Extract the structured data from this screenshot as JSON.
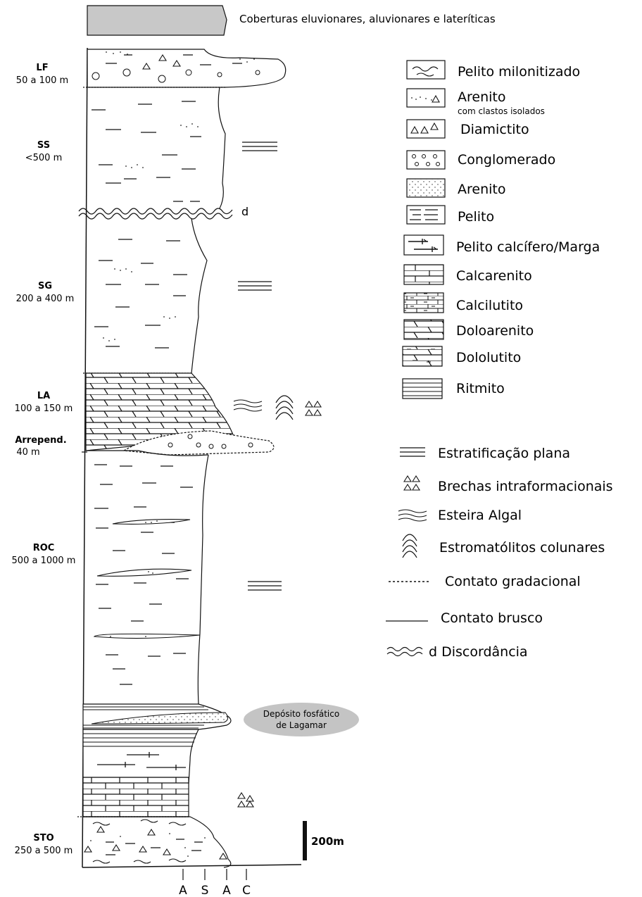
{
  "cover": {
    "text": "Coberturas eluvionares, aluvionares e lateríticas"
  },
  "units": [
    {
      "code": "LF",
      "thickness": "50 a 100 m"
    },
    {
      "code": "SS",
      "thickness": "<500 m"
    },
    {
      "code": "SG",
      "thickness": "200 a 400 m"
    },
    {
      "code": "LA",
      "thickness": "100 a 150 m"
    },
    {
      "code": "Arrepend.",
      "thickness": "40 m"
    },
    {
      "code": "ROC",
      "thickness": "500 a 1000 m"
    },
    {
      "code": "STO",
      "thickness": "250 a 500 m"
    }
  ],
  "unconformity_mark": "d",
  "phosphate_note": {
    "line1": "Depósito fosfático",
    "line2": "de Lagamar"
  },
  "scale": {
    "label": "200m"
  },
  "grain_axis": [
    "A",
    "S",
    "A",
    "C"
  ],
  "lithology_legend": [
    {
      "label": "Pelito milonitizado",
      "sub": "",
      "icon": "milonite-swatch"
    },
    {
      "label": "Arenito",
      "sub": "com clastos isolados",
      "icon": "sandstone-clasts-swatch"
    },
    {
      "label": "Diamictito",
      "sub": "",
      "icon": "diamictite-swatch"
    },
    {
      "label": "Conglomerado",
      "sub": "",
      "icon": "conglomerate-swatch"
    },
    {
      "label": "Arenito",
      "sub": "",
      "icon": "sandstone-swatch"
    },
    {
      "label": "Pelito",
      "sub": "",
      "icon": "pelite-swatch"
    },
    {
      "label": "Pelito calcífero/Marga",
      "sub": "",
      "icon": "marl-swatch"
    },
    {
      "label": "Calcarenito",
      "sub": "",
      "icon": "calcarenite-swatch"
    },
    {
      "label": "Calcilutito",
      "sub": "",
      "icon": "calcilutite-swatch"
    },
    {
      "label": "Doloarenito",
      "sub": "",
      "icon": "doloarenite-swatch"
    },
    {
      "label": "Dololutito",
      "sub": "",
      "icon": "dololutite-swatch"
    },
    {
      "label": "Ritmito",
      "sub": "",
      "icon": "rhythmite-swatch"
    }
  ],
  "structure_legend": [
    {
      "label": "Estratificação plana",
      "icon": "planar-bedding-icon"
    },
    {
      "label": "Brechas intraformacionais",
      "icon": "breccia-icon"
    },
    {
      "label": "Esteira Algal",
      "icon": "algal-mat-icon"
    },
    {
      "label": "Estromatólitos colunares",
      "icon": "stromatolite-icon"
    },
    {
      "label": "Contato gradacional",
      "icon": "gradational-contact-icon"
    },
    {
      "label": "Contato brusco",
      "icon": "sharp-contact-icon"
    },
    {
      "label": "d  Discordância",
      "icon": "unconformity-icon"
    }
  ],
  "colors": {
    "line": "#111111",
    "cover_fill": "#c8c8c8",
    "note_fill": "#c4c4c4"
  }
}
